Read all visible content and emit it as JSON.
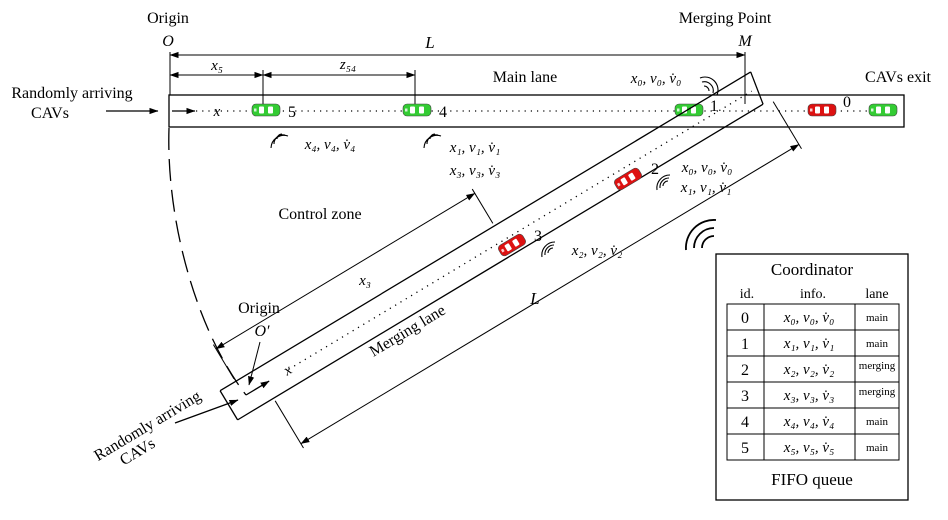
{
  "labels": {
    "origin_main": "Origin",
    "origin_main_symbol": "O",
    "merging_point": "Merging Point",
    "merging_point_symbol": "M",
    "length_main": "L",
    "x5_label": "x₅",
    "z54_label": "z₅₄",
    "main_lane": "Main lane",
    "arrive_main_line1": "Randomly arriving",
    "arrive_main_line2": "CAVs",
    "cavs_exit": "CAVs exit",
    "x_main": "x",
    "control_zone": "Control zone",
    "x3_label": "x₃",
    "length_merge": "L",
    "origin_merge": "Origin",
    "origin_merge_symbol": "O′",
    "x_merge": "x",
    "merging_lane": "Merging lane",
    "arrive_merge_line1": "Randomly arriving",
    "arrive_merge_line2": "CAVs"
  },
  "vehicles": [
    {
      "id": "5",
      "color": "#33cc33",
      "lane": "main"
    },
    {
      "id": "4",
      "color": "#33cc33",
      "lane": "main"
    },
    {
      "id": "1",
      "color": "#33cc33",
      "lane": "main"
    },
    {
      "id": "0",
      "color": "#dd1111",
      "lane": "main"
    },
    {
      "id": "",
      "color": "#33cc33",
      "lane": "main"
    },
    {
      "id": "2",
      "color": "#dd1111",
      "lane": "merging"
    },
    {
      "id": "3",
      "color": "#dd1111",
      "lane": "merging"
    }
  ],
  "broadcasts": {
    "v0_main": "x₀, v₀, v̇₀",
    "v4": "x₄, v₄, v̇₄",
    "v1_main": "x₁, v₁, v̇₁",
    "v3_main": "x₃, v₃, v̇₃",
    "v0_merge": "x₀, v₀, v̇₀",
    "v1_merge": "x₁, v₁, v̇₁",
    "v2": "x₂, v₂, v̇₂"
  },
  "coordinator": {
    "title": "Coordinator",
    "headers": [
      "id.",
      "info.",
      "lane"
    ],
    "rows": [
      {
        "id": "0",
        "info": "x₀, v₀, v̇₀",
        "lane": "main"
      },
      {
        "id": "1",
        "info": "x₁, v₁, v̇₁",
        "lane": "main"
      },
      {
        "id": "2",
        "info": "x₂, v₂, v̇₂",
        "lane": "merging"
      },
      {
        "id": "3",
        "info": "x₃, v₃, v̇₃",
        "lane": "merging"
      },
      {
        "id": "4",
        "info": "x₄, v₄, v̇₄",
        "lane": "main"
      },
      {
        "id": "5",
        "info": "x₅, v₅, v̇₅",
        "lane": "main"
      }
    ],
    "footer": "FIFO queue"
  }
}
